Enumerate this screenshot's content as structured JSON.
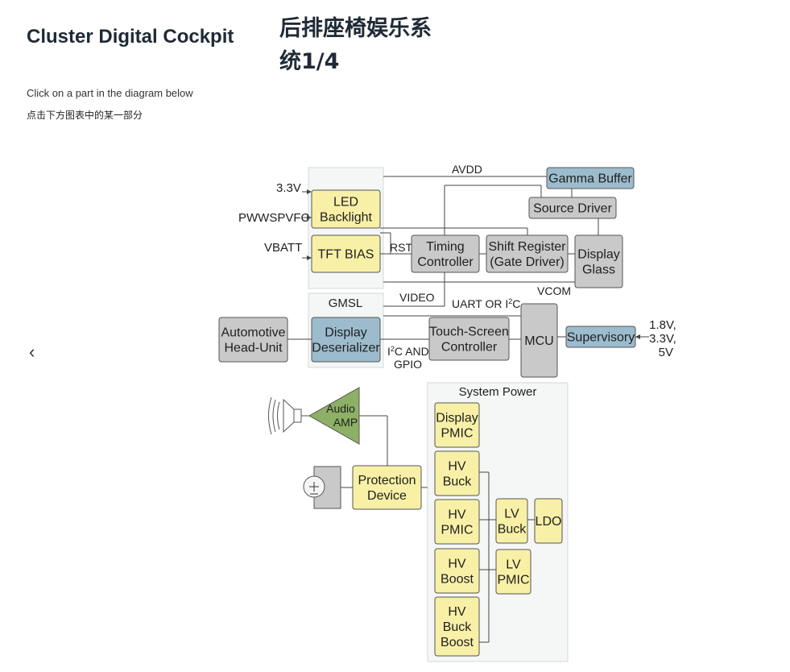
{
  "header": {
    "title_en": "Cluster Digital Cockpit",
    "title_zh": "后排座椅娱乐系统1/4",
    "instruction_en": "Click on a part in the diagram below",
    "instruction_zh": "点击下方图表中的某一部分"
  },
  "nav": {
    "prev_icon": "chevron-left-icon",
    "prev_glyph": "‹"
  },
  "diagram": {
    "colors": {
      "yellow": "#f8f0a6",
      "blue": "#9cbccd",
      "gray": "#c9c9c9",
      "green": "#8db066",
      "panel": "#f5f6f6"
    },
    "labels": {
      "avdd": "AVDD",
      "v33": "3.3V",
      "pwm": "PWWSPVFC",
      "vbatt": "VBATT",
      "rst": "RST",
      "vcom": "VCOM",
      "video": "VIDEO",
      "gmsl": "GMSL",
      "uart": [
        "UART OR I",
        "2",
        "C"
      ],
      "i2c_gpio": [
        "I",
        "2",
        "C AND",
        "GPIO"
      ],
      "supply": [
        "1.8V,",
        "3.3V,",
        "5V"
      ],
      "system_power": "System Power"
    },
    "blocks": {
      "led_backlight": [
        "LED",
        "Backlight"
      ],
      "tft_bias": [
        "TFT BIAS"
      ],
      "gamma_buffer": [
        "Gamma Buffer"
      ],
      "source_driver": [
        "Source Driver"
      ],
      "timing_controller": [
        "Timing",
        "Controller"
      ],
      "shift_register": [
        "Shift Register",
        "(Gate Driver)"
      ],
      "display_glass": [
        "Display",
        "Glass"
      ],
      "automotive_head_unit": [
        "Automotive",
        "Head-Unit"
      ],
      "display_deserializer": [
        "Display",
        "Deserializer"
      ],
      "touch_screen_controller": [
        "Touch-Screen",
        "Controller"
      ],
      "mcu": [
        "MCU"
      ],
      "supervisory": [
        "Supervisory"
      ],
      "audio_amp": [
        "Audio",
        "AMP"
      ],
      "protection_device": [
        "Protection",
        "Device"
      ],
      "display_pmic": [
        "Display",
        "PMIC"
      ],
      "hv_buck": [
        "HV",
        "Buck"
      ],
      "hv_pmic": [
        "HV",
        "PMIC"
      ],
      "hv_boost": [
        "HV",
        "Boost"
      ],
      "hv_buck_boost": [
        "HV",
        "Buck",
        "Boost"
      ],
      "lv_buck": [
        "LV",
        "Buck"
      ],
      "lv_pmic": [
        "LV",
        "PMIC"
      ],
      "ldo": [
        "LDO"
      ]
    }
  }
}
